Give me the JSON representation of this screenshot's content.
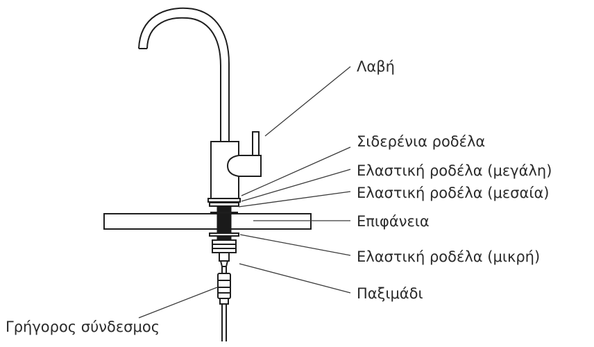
{
  "labels": {
    "handle": "Λαβή",
    "iron_washer": "Σιδερένια ροδέλα",
    "rubber_washer_large": "Ελαστική ροδέλα (μεγάλη)",
    "rubber_washer_medium": "Ελαστική ροδέλα (μεσαία)",
    "surface": "Επιφάνεια",
    "rubber_washer_small": "Ελαστική ροδέλα (μικρή)",
    "nut": "Παξιμάδι",
    "quick_connector": "Γρήγορος σύνδεσμος"
  }
}
